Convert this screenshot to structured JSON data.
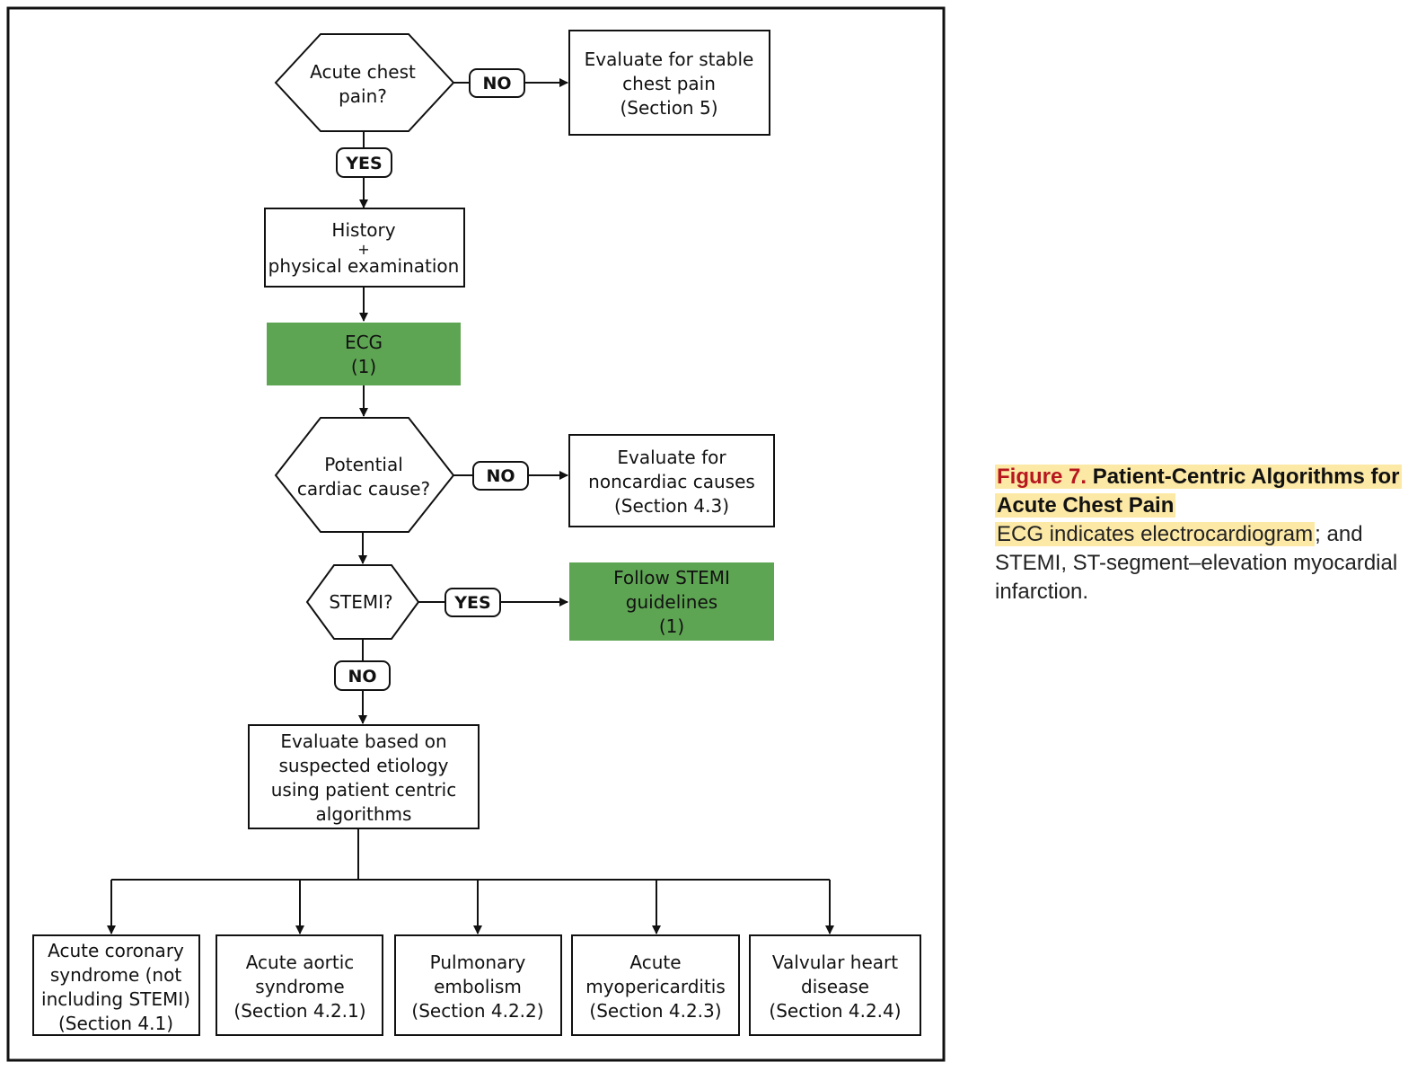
{
  "colors": {
    "green": "#5ea553",
    "border": "#111111",
    "caption_highlight": "#fde9a6",
    "figure_number": "#b7171f"
  },
  "nodes": {
    "acute_chest_pain": [
      "Acute chest",
      "pain?"
    ],
    "stable_eval": [
      "Evaluate for stable",
      "chest pain",
      "(Section 5)"
    ],
    "history": [
      "History",
      "+",
      "physical examination"
    ],
    "ecg": [
      "ECG",
      "(1)"
    ],
    "cardiac_cause": [
      "Potential",
      "cardiac cause?"
    ],
    "noncardiac_eval": [
      "Evaluate for",
      "noncardiac causes",
      "(Section 4.3)"
    ],
    "stemi": [
      "STEMI?"
    ],
    "stemi_guidelines": [
      "Follow STEMI",
      "guidelines",
      "(1)"
    ],
    "etiology_eval": [
      "Evaluate based on",
      "suspected etiology",
      "using patient centric",
      "algorithms"
    ],
    "acs": [
      "Acute coronary",
      "syndrome (not",
      "including STEMI)",
      "(Section 4.1)"
    ],
    "aortic": [
      "Acute aortic",
      "syndrome",
      "(Section 4.2.1)"
    ],
    "pe": [
      "Pulmonary",
      "embolism",
      "(Section 4.2.2)"
    ],
    "myopericarditis": [
      "Acute",
      "myopericarditis",
      "(Section 4.2.3)"
    ],
    "valvular": [
      "Valvular heart",
      "disease",
      "(Section 4.2.4)"
    ]
  },
  "labels": {
    "no_1": "NO",
    "yes_1": "YES",
    "no_2": "NO",
    "yes_2": "YES",
    "no_3": "NO"
  },
  "caption": {
    "figure_number": "Figure 7.",
    "title": "Patient-Centric Algorithms for Acute Chest Pain",
    "highlighted": "ECG indicates electrocardiogram",
    "rest": "; and STEMI, ST-segment–elevation myocardial infarction."
  }
}
